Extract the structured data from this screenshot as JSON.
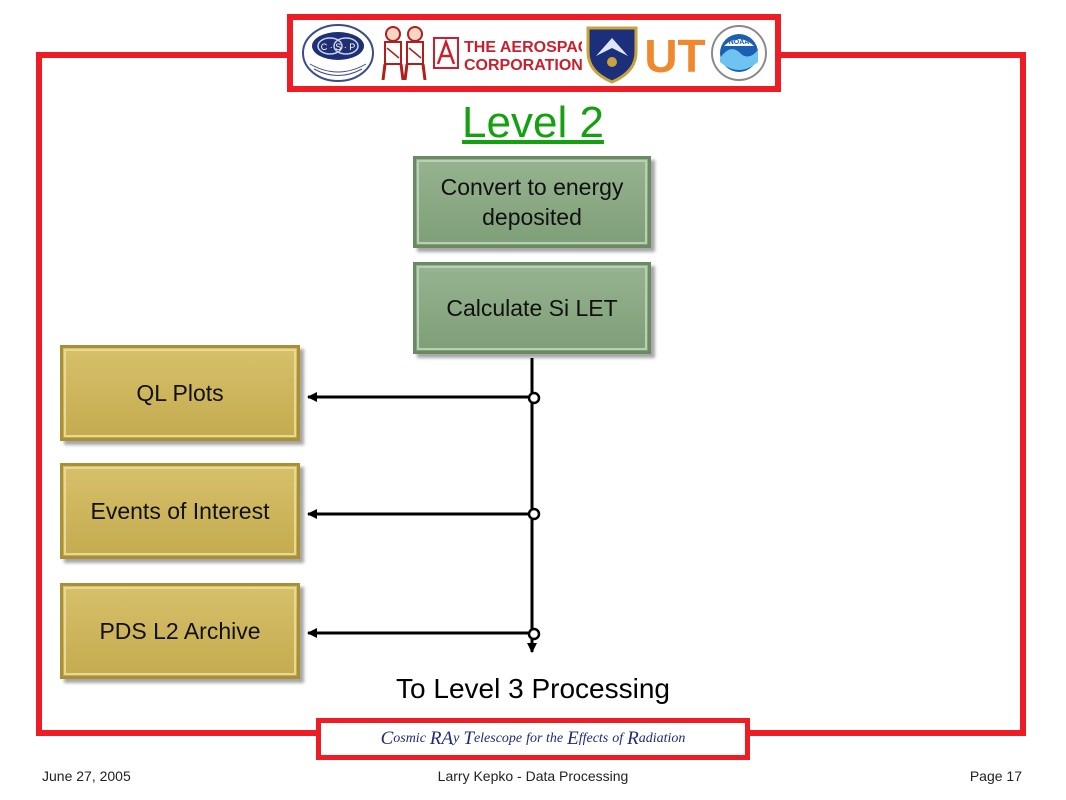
{
  "title": "Level 2",
  "steps": {
    "convert": "Convert to energy deposited",
    "calculate": "Calculate Si LET"
  },
  "outputs": [
    "QL Plots",
    "Events of Interest",
    "PDS L2 Archive"
  ],
  "next_step": "To Level 3 Processing",
  "tagline": {
    "w1_cap": "C",
    "w1_rest": "osmic",
    "w2_cap": "RA",
    "w2_rest": "y",
    "w3_cap": "T",
    "w3_rest": "elescope",
    "w4": "for the",
    "w5_cap": "E",
    "w5_rest": "ffects",
    "w6": "of",
    "w7_cap": "R",
    "w7_rest": "adiation"
  },
  "footer": {
    "date": "June 27, 2005",
    "center": "Larry Kepko - Data Processing",
    "page": "Page 17"
  },
  "logos": {
    "csp_text": "C · S · P",
    "aerospace_line1": "THE AEROSPACE",
    "aerospace_line2": "CORPORATION",
    "ut_text": "UT",
    "noaa_text": "NOAA"
  },
  "colors": {
    "frame": "#ee1c24",
    "title": "#14a10f",
    "process_box": "#8aaa83",
    "output_box": "#cdb55c"
  }
}
